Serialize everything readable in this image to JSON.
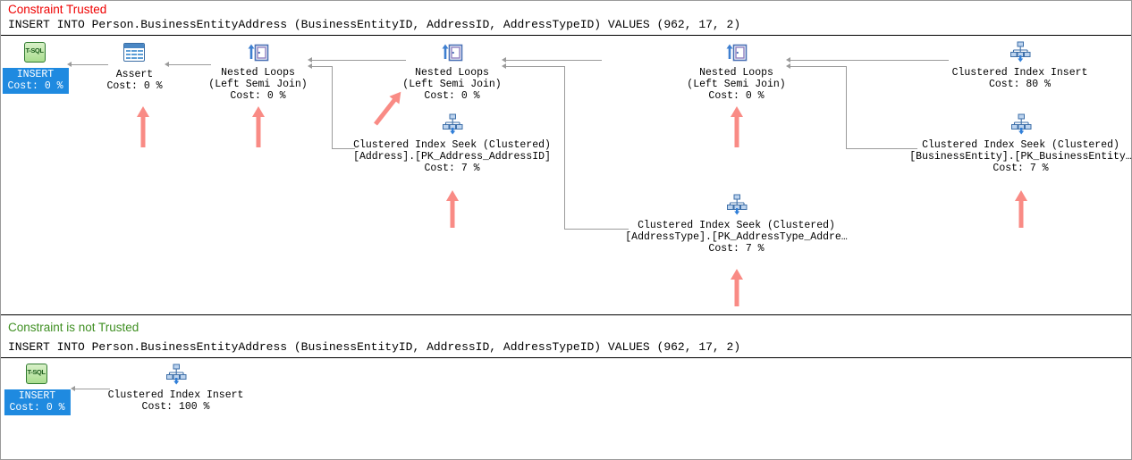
{
  "plans": [
    {
      "id": "trusted",
      "title": "Constraint Trusted",
      "title_color": "#ef0000",
      "sql": "INSERT INTO Person.BusinessEntityAddress (BusinessEntityID, AddressID, AddressTypeID) VALUES (962, 17, 2)",
      "nodes": [
        {
          "name": "insert",
          "icon": "tsql-icon",
          "selected": true,
          "lines": [
            "INSERT",
            "Cost: 0 %"
          ]
        },
        {
          "name": "assert",
          "icon": "assert-icon",
          "selected": false,
          "lines": [
            "Assert",
            "Cost: 0 %"
          ]
        },
        {
          "name": "nested-loops-1",
          "icon": "nested-loops-icon",
          "selected": false,
          "lines": [
            "Nested Loops",
            "(Left Semi Join)",
            "Cost: 0 %"
          ]
        },
        {
          "name": "nested-loops-2",
          "icon": "nested-loops-icon",
          "selected": false,
          "lines": [
            "Nested Loops",
            "(Left Semi Join)",
            "Cost: 0 %"
          ]
        },
        {
          "name": "nested-loops-3",
          "icon": "nested-loops-icon",
          "selected": false,
          "lines": [
            "Nested Loops",
            "(Left Semi Join)",
            "Cost: 0 %"
          ]
        },
        {
          "name": "clustered-index-insert",
          "icon": "clustered-index-icon",
          "selected": false,
          "lines": [
            "Clustered Index Insert",
            "Cost: 80 %"
          ]
        },
        {
          "name": "seek-address",
          "icon": "clustered-index-icon",
          "selected": false,
          "lines": [
            "Clustered Index Seek (Clustered)",
            "[Address].[PK_Address_AddressID]",
            "Cost: 7 %"
          ]
        },
        {
          "name": "seek-addresstype",
          "icon": "clustered-index-icon",
          "selected": false,
          "lines": [
            "Clustered Index Seek (Clustered)",
            "[AddressType].[PK_AddressType_Addre…",
            "Cost: 7 %"
          ]
        },
        {
          "name": "seek-businessentity",
          "icon": "clustered-index-icon",
          "selected": false,
          "lines": [
            "Clustered Index Seek (Clustered)",
            "[BusinessEntity].[PK_BusinessEntity…",
            "Cost: 7 %"
          ]
        }
      ]
    },
    {
      "id": "not-trusted",
      "title": "Constraint is not Trusted",
      "title_color": "#3f8f22",
      "sql": "INSERT INTO Person.BusinessEntityAddress (BusinessEntityID, AddressID, AddressTypeID) VALUES (962, 17, 2)",
      "nodes": [
        {
          "name": "insert",
          "icon": "tsql-icon",
          "selected": true,
          "lines": [
            "INSERT",
            "Cost: 0 %"
          ]
        },
        {
          "name": "clustered-index-insert",
          "icon": "clustered-index-icon",
          "selected": false,
          "lines": [
            "Clustered Index Insert",
            "Cost: 100 %"
          ]
        }
      ]
    }
  ],
  "annotation": {
    "color": "#f98b85",
    "count": 6
  },
  "colors": {
    "connector": "#9b9b9b",
    "selection_background": "#1f8ae0",
    "selection_text": "#ffffff",
    "rule": "#000000"
  }
}
